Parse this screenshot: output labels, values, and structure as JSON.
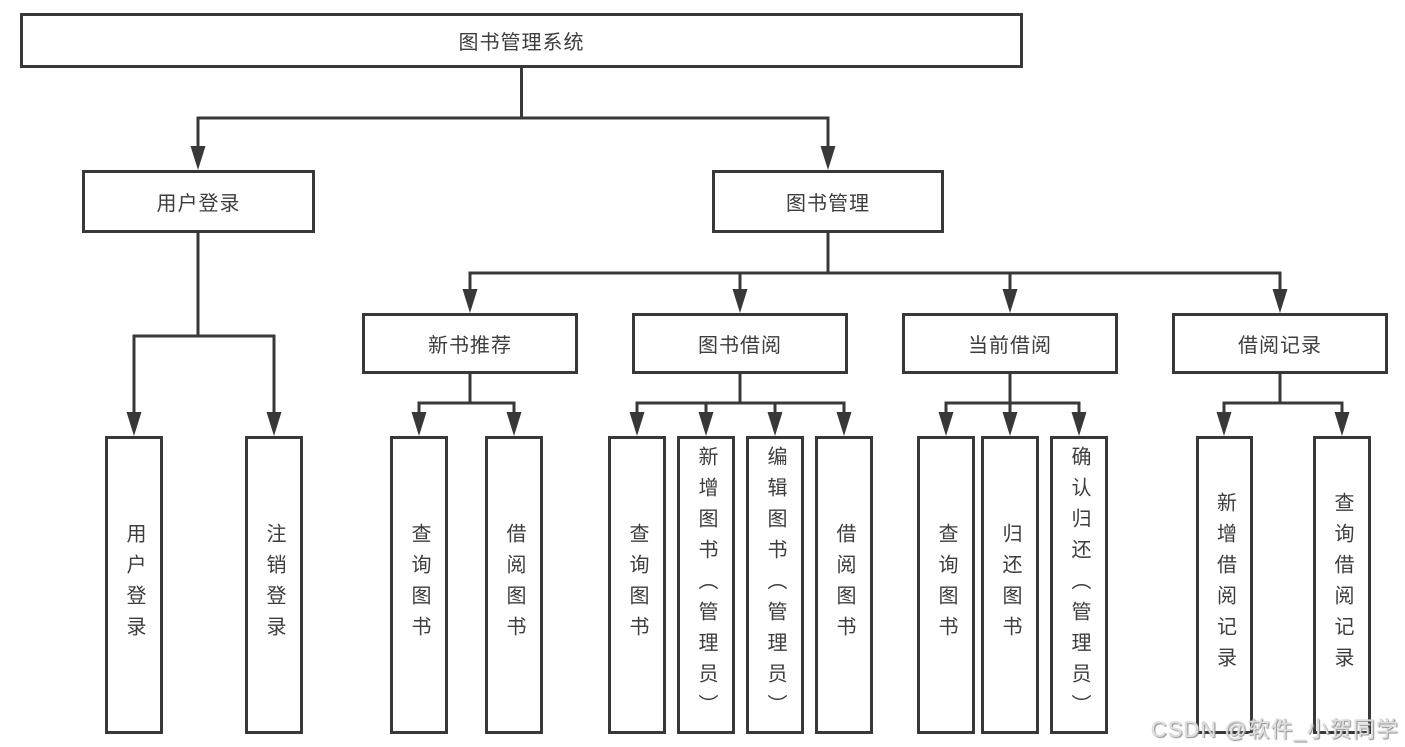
{
  "colors": {
    "line": "#383838",
    "text": "#3d3d3d",
    "background": "#ffffff",
    "watermark": "#dedede"
  },
  "watermark": "CSDN @软件_小贺同学",
  "tree": {
    "label": "图书管理系统",
    "children": [
      {
        "label": "用户登录",
        "children": [
          {
            "label": "用户登录"
          },
          {
            "label": "注销登录"
          }
        ]
      },
      {
        "label": "图书管理",
        "children": [
          {
            "label": "新书推荐",
            "children": [
              {
                "label": "查询图书"
              },
              {
                "label": "借阅图书"
              }
            ]
          },
          {
            "label": "图书借阅",
            "children": [
              {
                "label": "查询图书"
              },
              {
                "label": "新增图书（管理员）"
              },
              {
                "label": "编辑图书（管理员）"
              },
              {
                "label": "借阅图书"
              }
            ]
          },
          {
            "label": "当前借阅",
            "children": [
              {
                "label": "查询图书"
              },
              {
                "label": "归还图书"
              },
              {
                "label": "确认归还（管理员）"
              }
            ]
          },
          {
            "label": "借阅记录",
            "children": [
              {
                "label": "新增借阅记录"
              },
              {
                "label": "查询借阅记录"
              }
            ]
          }
        ]
      }
    ]
  }
}
